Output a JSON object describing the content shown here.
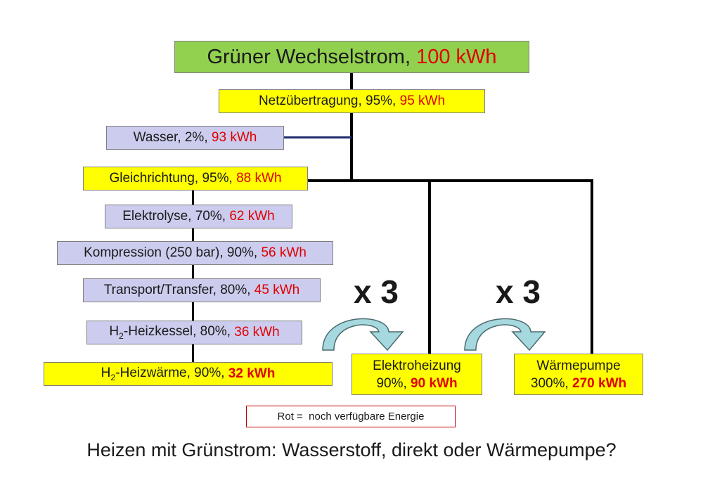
{
  "top": {
    "label": "Grüner Wechselstrom,",
    "value": "100 kWh"
  },
  "steps": [
    {
      "label": "Netzübertragung, 95%,",
      "value": "95 kWh"
    },
    {
      "label": "Wasser, 2%,",
      "value": "93 kWh"
    },
    {
      "label": "Gleichrichtung, 95%,",
      "value": "88 kWh"
    },
    {
      "label": "Elektrolyse, 70%,",
      "value": "62 kWh"
    },
    {
      "label": "Kompression (250 bar), 90%,",
      "value": "56 kWh"
    },
    {
      "label": "Transport/Transfer, 80%,",
      "value": "45 kWh"
    },
    {
      "prefix": "H",
      "sub": "2",
      "label": "-Heizkessel, 80%,",
      "value": "36 kWh"
    },
    {
      "prefix": "H",
      "sub": "2",
      "label": "-Heizwärme, 90%,",
      "value": "32 kWh"
    }
  ],
  "elektro": {
    "title": "Elektroheizung",
    "label": "90%,",
    "value": "90 kWh"
  },
  "waerme": {
    "title": "Wärmepumpe",
    "label": "300%,",
    "value": "270 kWh"
  },
  "multipliers": [
    "x 3",
    "x 3"
  ],
  "legend": "Rot =  noch verfügbare Energie",
  "caption": "Heizen mit Grünstrom: Wasserstoff, direkt oder Wärmepumpe?",
  "colors": {
    "green": "#92d050",
    "yellow": "#ffff00",
    "lavender": "#ccccee",
    "value_red": "#e00000",
    "arrow": "#a6d8e0"
  }
}
